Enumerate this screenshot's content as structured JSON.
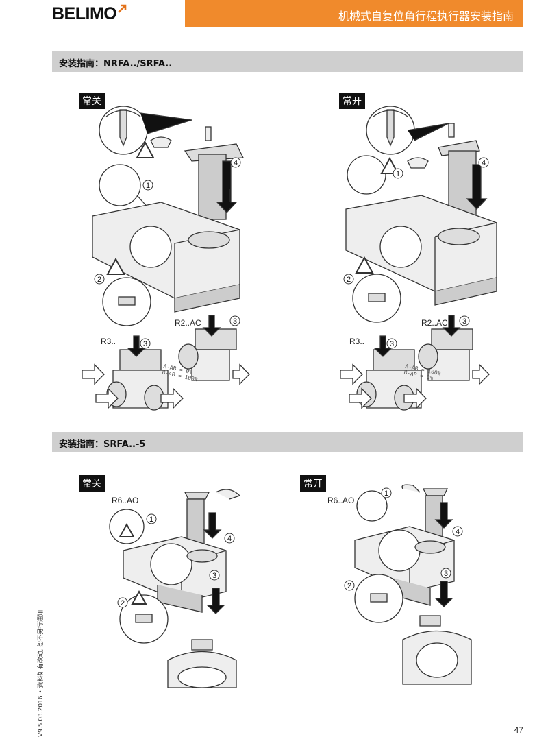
{
  "header": {
    "logo": "BELIMO",
    "title": "机械式自复位角行程执行器安装指南"
  },
  "section1": {
    "title": "安装指南：NRFA../SRFA..",
    "left": {
      "tag": "常关",
      "r2": "R2..AC",
      "r3": "R3..",
      "scale_a": "A-AB = 0%",
      "scale_b": "B-AB = 100%"
    },
    "right": {
      "tag": "常开",
      "r2": "R2..AC",
      "r3": "R3..",
      "scale_a": "A-AB = 100%",
      "scale_b": "B-AB = 0%"
    },
    "steps": [
      "1",
      "2",
      "3",
      "4"
    ]
  },
  "section2": {
    "title": "安装指南：SRFA..-5",
    "left": {
      "tag": "常关",
      "r6": "R6..AO"
    },
    "right": {
      "tag": "常开",
      "r6": "R6..AO"
    },
    "steps": [
      "1",
      "2",
      "3",
      "4"
    ]
  },
  "footer": {
    "side_text": "V9.5.03.2016 • 资料如有改动, 恕不另行通知",
    "page_number": "47"
  }
}
